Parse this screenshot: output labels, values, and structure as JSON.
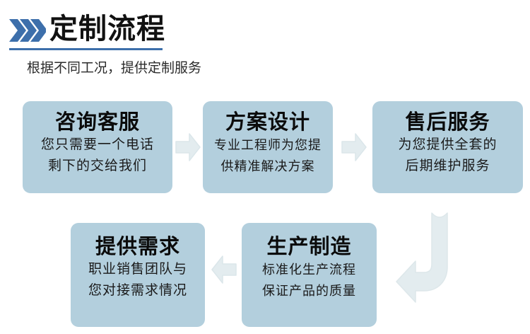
{
  "header": {
    "title": "定制流程",
    "subtitle": "根据不同工况，提供定制服务",
    "chevron_icon": "triple-chevron-right-icon",
    "accent_color": "#3d6fab",
    "title_color": "#111111"
  },
  "colors": {
    "card_background": "#b3cfdd",
    "arrow_fill": "#e3ecef",
    "page_background": "#ffffff"
  },
  "flow": {
    "cards": [
      {
        "id": "consult-service",
        "title": "咨询客服",
        "lines": [
          "您只需要一个电话",
          "剩下的交给我们"
        ]
      },
      {
        "id": "solution-design",
        "title": "方案设计",
        "lines": [
          "专业工程师为您提",
          "供精准解决方案"
        ]
      },
      {
        "id": "after-sales-service",
        "title": "售后服务",
        "lines": [
          "为您提供全套的",
          "后期维护服务"
        ]
      },
      {
        "id": "provide-requirements",
        "title": "提供需求",
        "lines": [
          "职业销售团队与",
          "您对接需求情况"
        ]
      },
      {
        "id": "production-manufacturing",
        "title": "生产制造",
        "lines": [
          "标准化生产流程",
          "保证产品的质量"
        ]
      }
    ],
    "connectors": [
      {
        "id": "arrow-1",
        "icon": "arrow-right-icon",
        "direction": "right"
      },
      {
        "id": "arrow-2",
        "icon": "arrow-right-icon",
        "direction": "right"
      },
      {
        "id": "arrow-3",
        "icon": "arrow-left-icon",
        "direction": "left"
      },
      {
        "id": "arrow-bend",
        "icon": "arrow-bend-down-left-icon",
        "direction": "down-left"
      }
    ]
  }
}
